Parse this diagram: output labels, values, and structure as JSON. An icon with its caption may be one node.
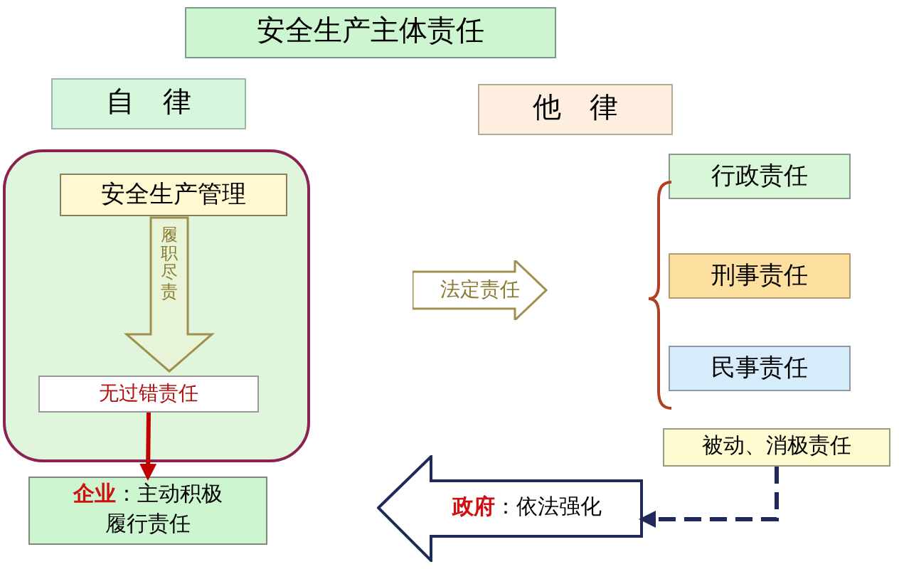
{
  "diagram": {
    "nodes": [
      {
        "text": [
          "安全生产主体责任"
        ]
      },
      {
        "text": [
          "自　律"
        ]
      },
      {
        "text": [
          "他　律"
        ]
      },
      {
        "text": [],
        "shape": "box"
      },
      {
        "text": [
          "安全生产管理"
        ],
        "in": 3
      },
      {
        "text": [
          "无过错责任"
        ],
        "in": 3
      },
      {
        "text": [
          "**企业**：主动积极履行责任"
        ]
      },
      {
        "text": [
          "法定责任"
        ]
      },
      {
        "text": [
          "行政责任"
        ]
      },
      {
        "text": [
          "刑事责任"
        ]
      },
      {
        "text": [
          "民事责任"
        ]
      },
      {
        "text": [
          "被动、消极责任"
        ]
      },
      {
        "text": [
          "**政府**：依法强化"
        ]
      }
    ],
    "edges": [
      {
        "from": 4,
        "to": 5,
        "arrow": "to",
        "label": "履职尽责",
        "style": "thick",
        "color": "#a09050"
      },
      {
        "from": 5,
        "to": 6,
        "arrow": "to",
        "color": "#c00000"
      },
      {
        "from": 11,
        "to": 12,
        "arrow": "to",
        "style": "dashed",
        "color": "#1f2a5a"
      }
    ]
  }
}
